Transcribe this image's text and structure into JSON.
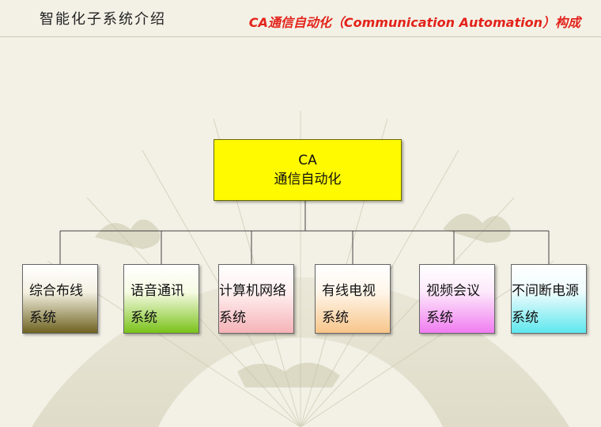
{
  "header": {
    "title": "智能化子系统介绍",
    "subtitle": "CA通信自动化（Communication Automation）构成"
  },
  "root": {
    "line1": "CA",
    "line2": "通信自动化"
  },
  "children": [
    {
      "line1": "综合布线",
      "line2": "系统"
    },
    {
      "line1": "语音通讯",
      "line2": "系统"
    },
    {
      "line1": "计算机网络",
      "line2": "系统"
    },
    {
      "line1": "有线电视",
      "line2": "系统"
    },
    {
      "line1": "视频会议",
      "line2": "系统"
    },
    {
      "line1": "不间断电源",
      "line2": "系统"
    }
  ],
  "colors": {
    "background": "#f3f1e6",
    "root_fill": "#fffa00",
    "subtitle": "#e3231b"
  }
}
